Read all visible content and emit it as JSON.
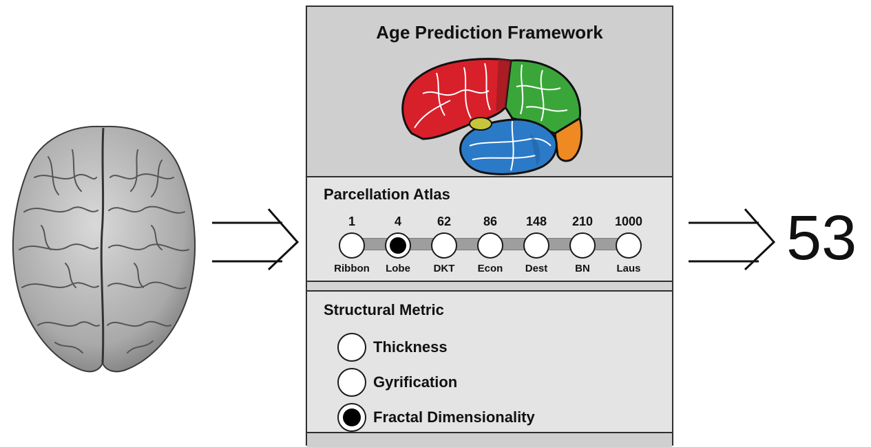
{
  "framework": {
    "title": "Age Prediction Framework"
  },
  "atlas": {
    "heading": "Parcellation Atlas",
    "options": [
      {
        "count": "1",
        "label": "Ribbon",
        "selected": false
      },
      {
        "count": "4",
        "label": "Lobe",
        "selected": true
      },
      {
        "count": "62",
        "label": "DKT",
        "selected": false
      },
      {
        "count": "86",
        "label": "Econ",
        "selected": false
      },
      {
        "count": "148",
        "label": "Dest",
        "selected": false
      },
      {
        "count": "210",
        "label": "BN",
        "selected": false
      },
      {
        "count": "1000",
        "label": "Laus",
        "selected": false
      }
    ]
  },
  "metric": {
    "heading": "Structural Metric",
    "options": [
      {
        "label": "Thickness",
        "selected": false
      },
      {
        "label": "Gyrification",
        "selected": false
      },
      {
        "label": "Fractal Dimensionality",
        "selected": true
      }
    ]
  },
  "output": {
    "predicted_age": "53"
  },
  "colors": {
    "frontal": "#d8202a",
    "parietal": "#3aa63a",
    "temporal": "#2b7ac8",
    "occipital": "#ef8a22",
    "insula": "#c7c63a"
  }
}
